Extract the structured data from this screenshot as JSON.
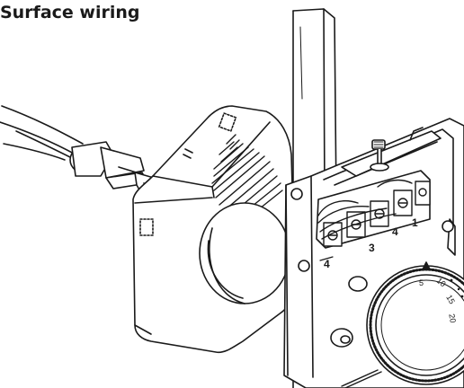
{
  "title": "Surface wiring",
  "terminals": [
    {
      "label": "4",
      "x": 2
    },
    {
      "label": "3",
      "x": 3
    },
    {
      "label": "4",
      "x": 4
    },
    {
      "label": "1",
      "x": 5
    }
  ],
  "dial_scale": [
    "5",
    "10",
    "15",
    "20"
  ],
  "colors": {
    "line": "#1a1a1a",
    "fill": "#ffffff",
    "shade": "#d8d8d8"
  }
}
